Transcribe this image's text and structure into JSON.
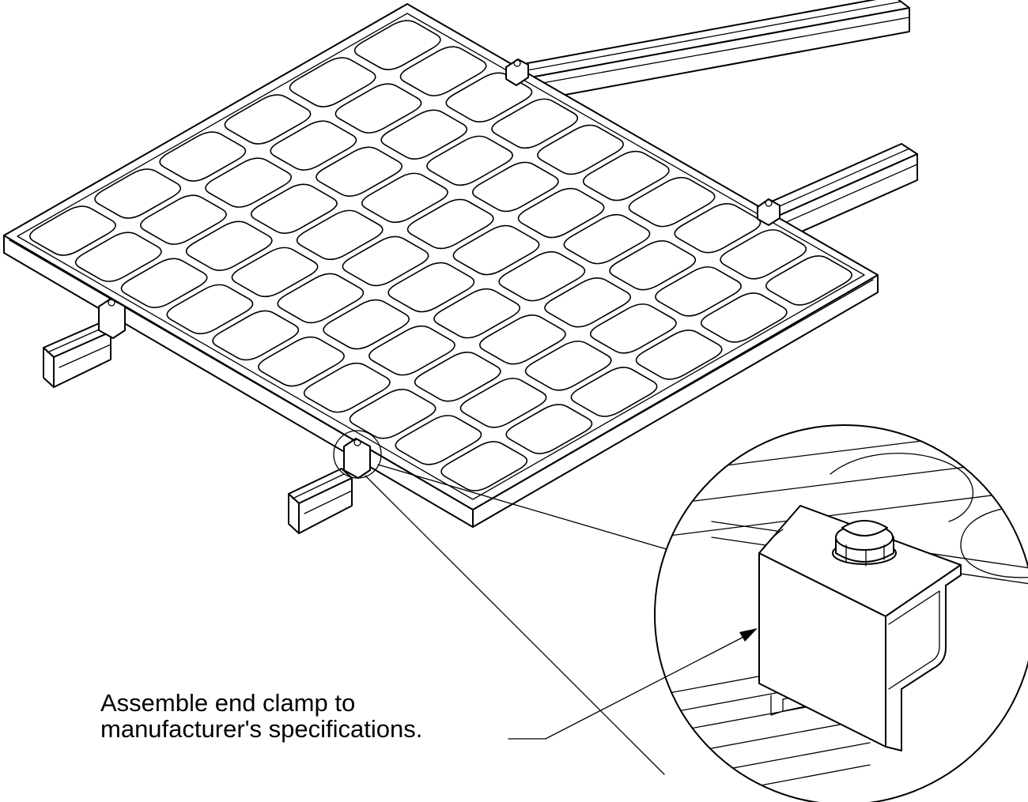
{
  "annotation": {
    "line1": "Assemble end clamp to",
    "line2": "manufacturer's specifications."
  },
  "drawing": {
    "panel_rows": 6,
    "panel_cols": 10,
    "stroke_color": "#000000",
    "background_color": "#ffffff"
  }
}
